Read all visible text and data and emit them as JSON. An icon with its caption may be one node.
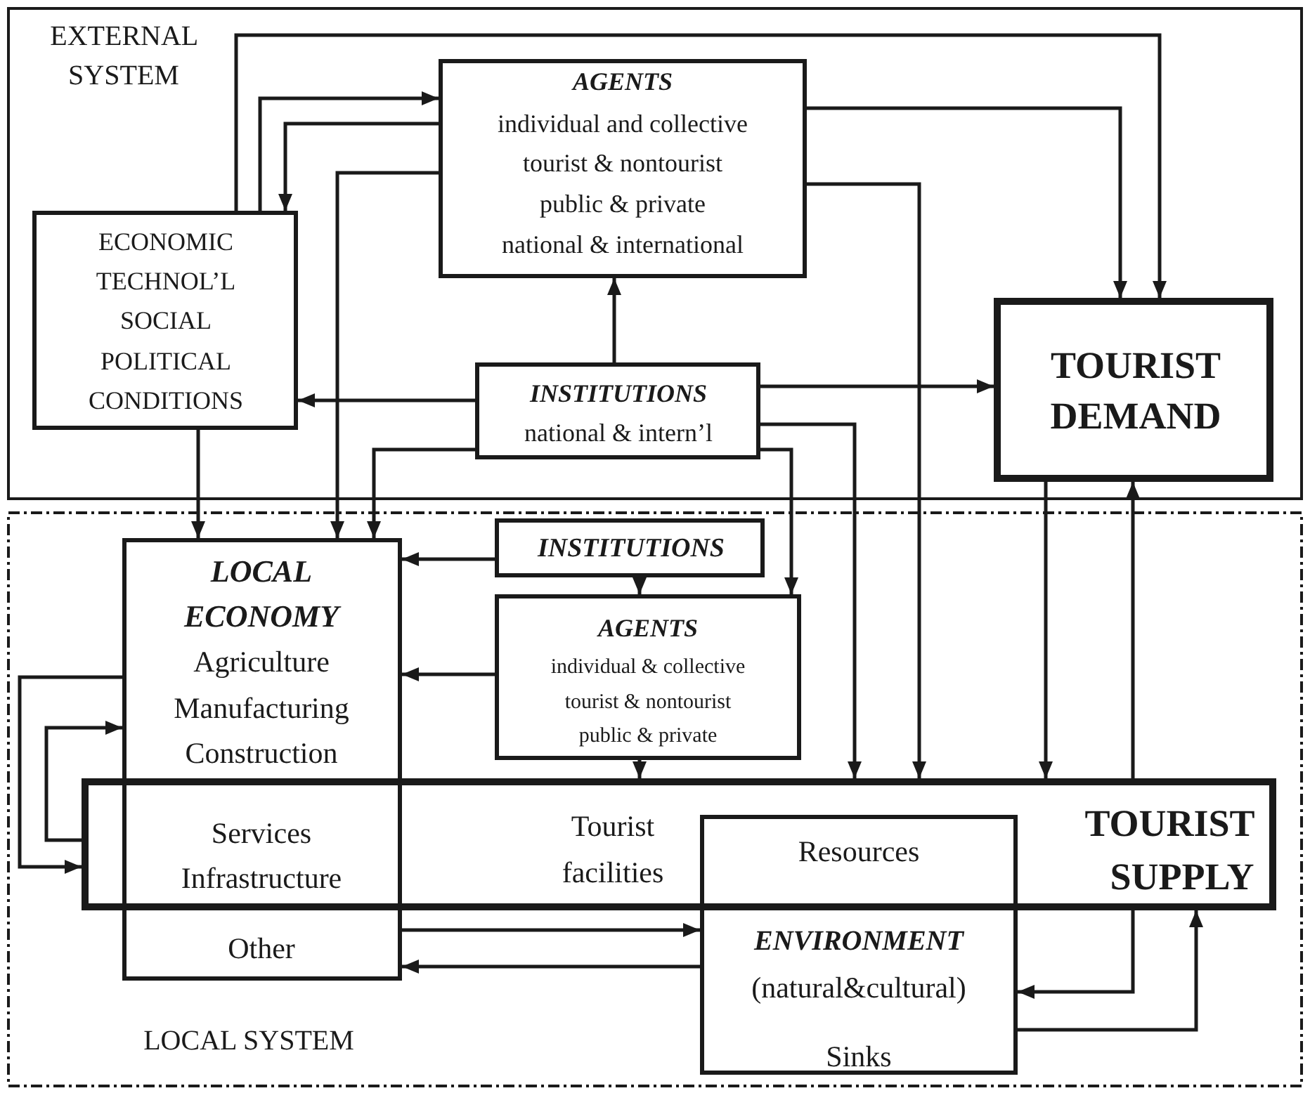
{
  "diagram": {
    "nodes": [
      {
        "text": [
          "EXTERNAL SYSTEM"
        ]
      },
      {
        "text": [
          "ECONOMIC",
          "TECHNOL’L",
          "SOCIAL",
          "POLITICAL",
          "CONDITIONS"
        ],
        "in": 0
      },
      {
        "text": [
          "AGENTS",
          "individual and collective",
          "tourist & nontourist",
          "public & private",
          "national & international"
        ],
        "in": 0
      },
      {
        "text": [
          "INSTITUTIONS",
          "national & intern’l"
        ],
        "in": 0
      },
      {
        "text": [
          "TOURIST DEMAND"
        ],
        "in": 0
      },
      {
        "text": [
          "LOCAL SYSTEM"
        ]
      },
      {
        "text": [
          "LOCAL ECONOMY",
          "Agriculture",
          "Manufacturing",
          "Construction",
          "Services",
          "Infrastructure",
          "Other"
        ],
        "in": 5
      },
      {
        "text": [
          "INSTITUTIONS"
        ],
        "in": 5
      },
      {
        "text": [
          "AGENTS",
          "individual & collective",
          "tourist & nontourist",
          "public & private"
        ],
        "in": 5
      },
      {
        "text": [
          "Tourist facilities",
          "TOURIST SUPPLY"
        ],
        "in": 5
      },
      {
        "text": [
          "Resources",
          "ENVIRONMENT",
          "(natural&cultural)",
          "Sinks"
        ],
        "in": 5
      }
    ],
    "edges": [
      {
        "from": 1,
        "to": 4,
        "arrow": "to"
      },
      {
        "from": 1,
        "to": 2,
        "arrow": "to"
      },
      {
        "from": 2,
        "to": 1,
        "arrow": "to"
      },
      {
        "from": 2,
        "to": 6,
        "arrow": "to"
      },
      {
        "from": 2,
        "to": 4,
        "arrow": "to"
      },
      {
        "from": 2,
        "to": 9,
        "arrow": "to"
      },
      {
        "from": 3,
        "to": 2,
        "arrow": "to"
      },
      {
        "from": 3,
        "to": 1,
        "arrow": "to"
      },
      {
        "from": 3,
        "to": 4,
        "arrow": "to"
      },
      {
        "from": 3,
        "to": 6,
        "arrow": "to"
      },
      {
        "from": 3,
        "to": 9,
        "arrow": "to"
      },
      {
        "from": 3,
        "to": 8,
        "arrow": "to"
      },
      {
        "from": 1,
        "to": 6,
        "arrow": "to"
      },
      {
        "from": 4,
        "to": 9,
        "arrow": "to"
      },
      {
        "from": 9,
        "to": 4,
        "arrow": "to"
      },
      {
        "from": 7,
        "to": 6,
        "arrow": "to"
      },
      {
        "from": 7,
        "to": 8,
        "arrow": "to"
      },
      {
        "from": 8,
        "to": 6,
        "arrow": "to"
      },
      {
        "from": 8,
        "to": 9,
        "arrow": "to"
      },
      {
        "from": 6,
        "to": 9,
        "arrow": "to"
      },
      {
        "from": 9,
        "to": 6,
        "arrow": "to"
      },
      {
        "from": 6,
        "to": 10,
        "arrow": "to"
      },
      {
        "from": 10,
        "to": 6,
        "arrow": "to"
      },
      {
        "from": 9,
        "to": 10,
        "arrow": "to"
      },
      {
        "from": 10,
        "to": 9,
        "arrow": "to"
      }
    ]
  }
}
